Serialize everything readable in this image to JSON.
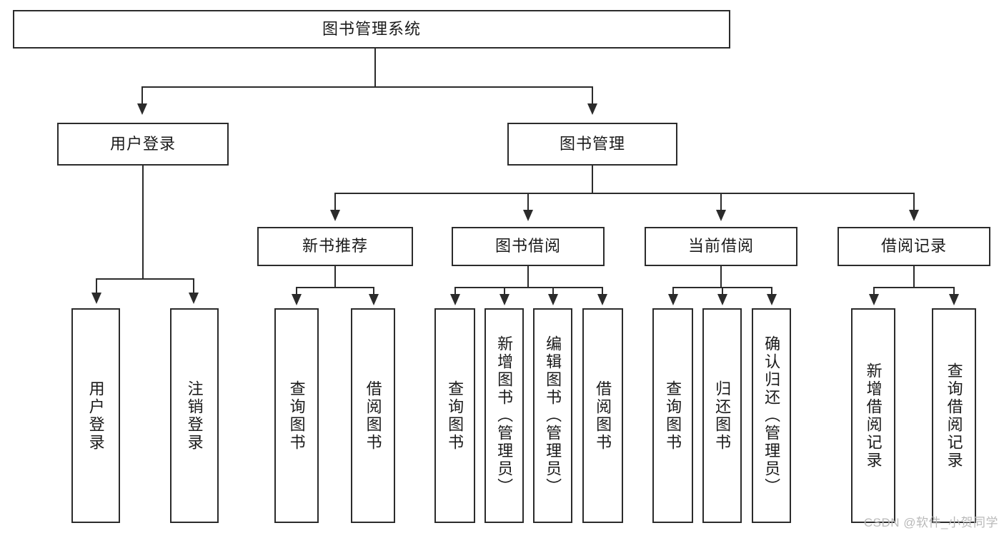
{
  "diagram": {
    "type": "tree",
    "title": "图书管理系统",
    "orientation": "top-down",
    "colors": {
      "stroke": "#2b2b2b",
      "fill": "#ffffff",
      "background": "#ffffff",
      "watermark": "#b9b9b9"
    },
    "levels": 4
  },
  "root": {
    "label": "图书管理系统"
  },
  "level2": [
    {
      "label": "用户登录"
    },
    {
      "label": "图书管理"
    }
  ],
  "level3": [
    {
      "label": "新书推荐"
    },
    {
      "label": "图书借阅"
    },
    {
      "label": "当前借阅"
    },
    {
      "label": "借阅记录"
    }
  ],
  "leaves": {
    "user_login": [
      {
        "label": "用户登录"
      },
      {
        "label": "注销登录"
      }
    ],
    "new_book_recommend": [
      {
        "label": "查询图书"
      },
      {
        "label": "借阅图书"
      }
    ],
    "book_borrow": [
      {
        "label": "查询图书"
      },
      {
        "label": "新增图书（管理员）"
      },
      {
        "label": "编辑图书（管理员）"
      },
      {
        "label": "借阅图书"
      }
    ],
    "current_borrow": [
      {
        "label": "查询图书"
      },
      {
        "label": "归还图书"
      },
      {
        "label": "确认归还（管理员）"
      }
    ],
    "borrow_record": [
      {
        "label": "新增借阅记录"
      },
      {
        "label": "查询借阅记录"
      }
    ]
  },
  "watermark": {
    "text": "CSDN @软件_小贺同学"
  }
}
